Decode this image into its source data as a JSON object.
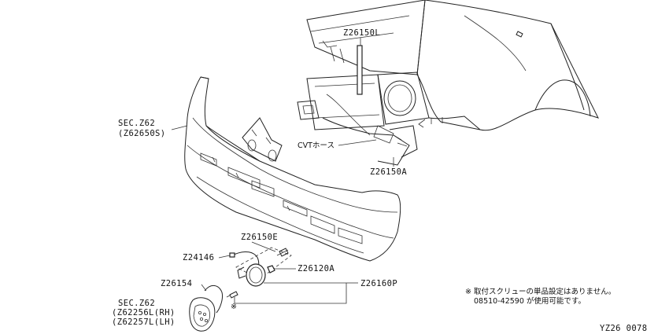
{
  "labels": {
    "z26150l": "Z26150L",
    "sec_z62_bumper": "SEC.Z62",
    "z62650s": "(Z62650S)",
    "cvt_hose": "CVTホース",
    "z26150a": "Z26150A",
    "z26150e": "Z26150E",
    "z24146": "Z24146",
    "z26120a": "Z26120A",
    "z26154": "Z26154",
    "z26160p": "Z26160P",
    "sec_z62_lamp": "SEC.Z62",
    "z62256l": "(Z62256L(RH)",
    "z62257l": "(Z62257L(LH)",
    "asterisk_mark": "※",
    "note_line1": "※ 取付スクリューの単品設定はありません。",
    "note_line2": "08510-42590 が使用可能です。",
    "diagram_code": "YZ26 0078"
  }
}
